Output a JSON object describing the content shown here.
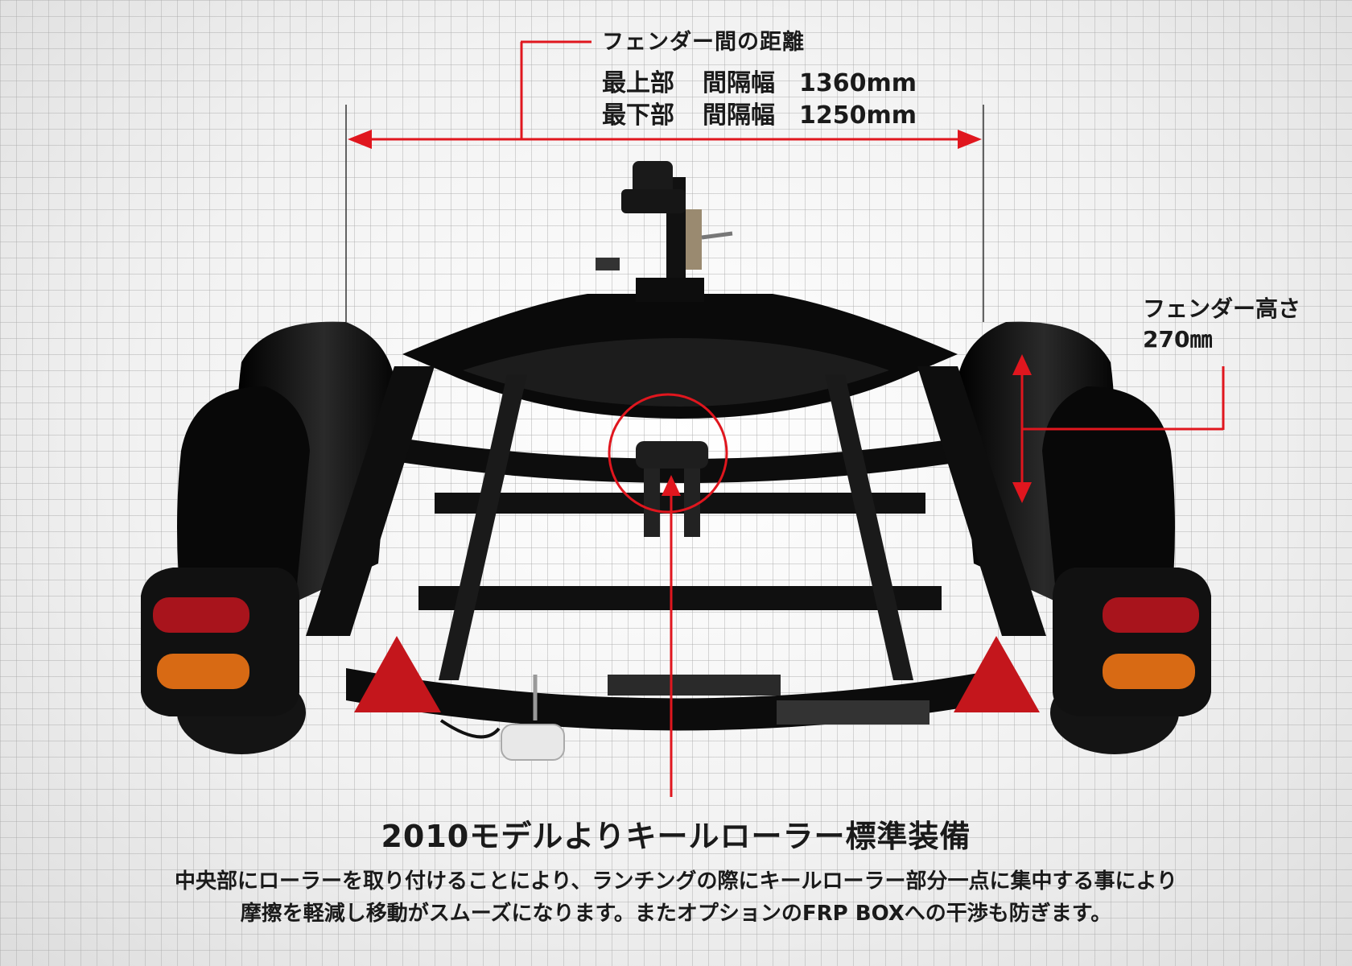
{
  "fender_distance": {
    "title": "フェンダー間の距離",
    "top": {
      "label": "最上部",
      "sub": "間隔幅",
      "value": "1360mm"
    },
    "bottom": {
      "label": "最下部",
      "sub": "間隔幅",
      "value": "1250mm"
    }
  },
  "fender_height": {
    "title": "フェンダー高さ",
    "value": "270㎜"
  },
  "keel_roller": {
    "headline": "2010モデルよりキールローラー標準装備",
    "description_line1": "中央部にローラーを取り付けることにより、ランチングの際にキールローラー部分一点に集中する事により",
    "description_line2": "摩擦を軽減し移動がスムーズになります。またオプションのFRP BOXへの干渉も防ぎます。"
  },
  "colors": {
    "annotation_red": "#e0161e",
    "trailer_black": "#0d0d0d",
    "lamp_red": "#a8141c",
    "lamp_amber": "#d86a14"
  }
}
